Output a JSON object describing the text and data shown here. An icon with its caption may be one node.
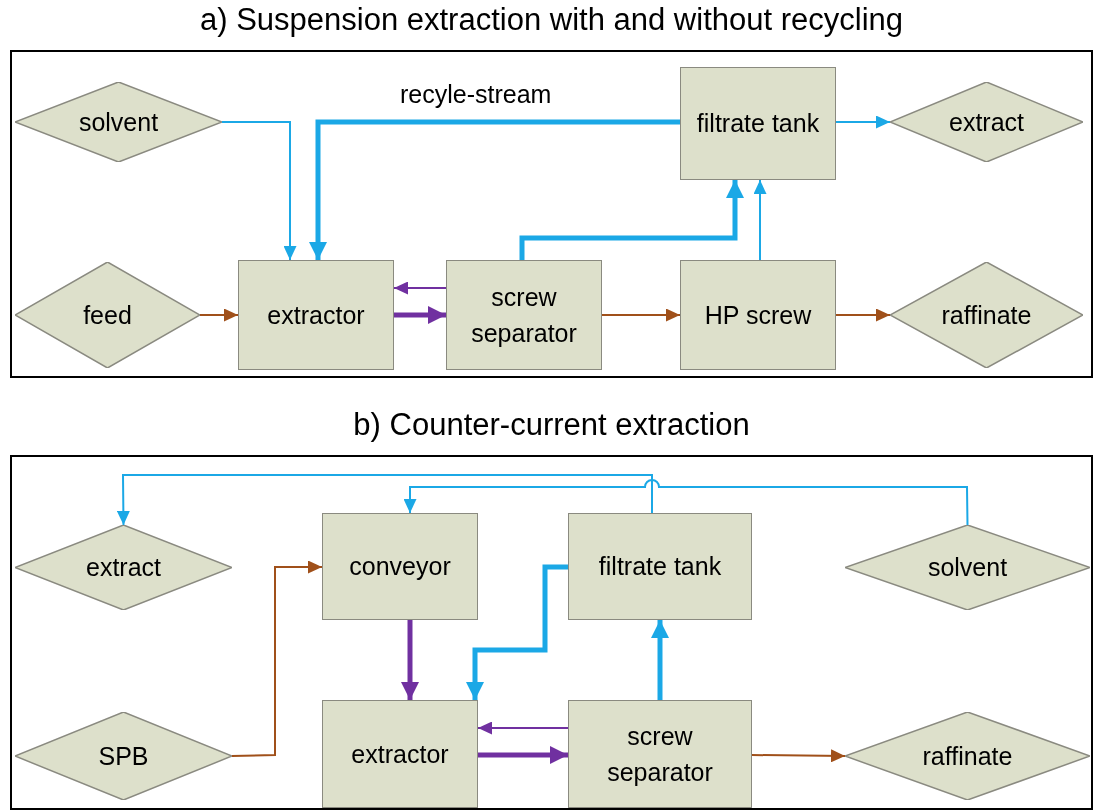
{
  "diagram": {
    "nodes": [
      {
        "text": [
          "a) Suspension extraction with and without recycling"
        ]
      },
      {
        "text": [
          "solvent"
        ],
        "in": 0
      },
      {
        "text": [
          "filtrate tank"
        ],
        "in": 0
      },
      {
        "text": [
          "extract"
        ],
        "in": 0
      },
      {
        "text": [
          "feed"
        ],
        "in": 0
      },
      {
        "text": [
          "extractor"
        ],
        "in": 0
      },
      {
        "text": [
          "screw separator"
        ],
        "in": 0
      },
      {
        "text": [
          "HP screw"
        ],
        "in": 0
      },
      {
        "text": [
          "raffinate"
        ],
        "in": 0
      },
      {
        "text": [
          "b) Counter-current extraction"
        ]
      },
      {
        "text": [
          "extract"
        ],
        "in": 9
      },
      {
        "text": [
          "conveyor"
        ],
        "in": 9
      },
      {
        "text": [
          "filtrate tank"
        ],
        "in": 9
      },
      {
        "text": [
          "solvent"
        ],
        "in": 9
      },
      {
        "text": [
          "SPB"
        ],
        "in": 9
      },
      {
        "text": [
          "extractor"
        ],
        "in": 9
      },
      {
        "text": [
          "screw separator"
        ],
        "in": 9
      },
      {
        "text": [
          "raffinate"
        ],
        "in": 9
      }
    ],
    "edges": [
      {
        "from": 1,
        "to": 5,
        "arrow": "to"
      },
      {
        "from": 2,
        "to": 5,
        "arrow": "to",
        "style": "thick",
        "label": "recyle-stream"
      },
      {
        "from": 2,
        "to": 3,
        "arrow": "to"
      },
      {
        "from": 4,
        "to": 5,
        "arrow": "to",
        "color": "#a0501a"
      },
      {
        "from": 6,
        "to": 5,
        "arrow": "to",
        "color": "#7030a0"
      },
      {
        "from": 5,
        "to": 6,
        "arrow": "to",
        "style": "thick",
        "color": "#7030a0"
      },
      {
        "from": 6,
        "to": 2,
        "arrow": "to",
        "style": "thick"
      },
      {
        "from": 6,
        "to": 7,
        "arrow": "to",
        "color": "#a0501a"
      },
      {
        "from": 7,
        "to": 2,
        "arrow": "to"
      },
      {
        "from": 7,
        "to": 8,
        "arrow": "to",
        "color": "#a0501a"
      },
      {
        "from": 12,
        "to": 10,
        "arrow": "to"
      },
      {
        "from": 13,
        "to": 11,
        "arrow": "to"
      },
      {
        "from": 14,
        "to": 11,
        "arrow": "to",
        "color": "#a0501a"
      },
      {
        "from": 11,
        "to": 15,
        "arrow": "to",
        "style": "thick",
        "color": "#7030a0"
      },
      {
        "from": 12,
        "to": 15,
        "arrow": "to",
        "style": "thick"
      },
      {
        "from": 16,
        "to": 12,
        "arrow": "to",
        "style": "thick"
      },
      {
        "from": 16,
        "to": 15,
        "arrow": "to",
        "color": "#7030a0"
      },
      {
        "from": 15,
        "to": 16,
        "arrow": "to",
        "style": "thick",
        "color": "#7030a0"
      },
      {
        "from": 16,
        "to": 17,
        "arrow": "to",
        "color": "#a0501a"
      }
    ]
  }
}
